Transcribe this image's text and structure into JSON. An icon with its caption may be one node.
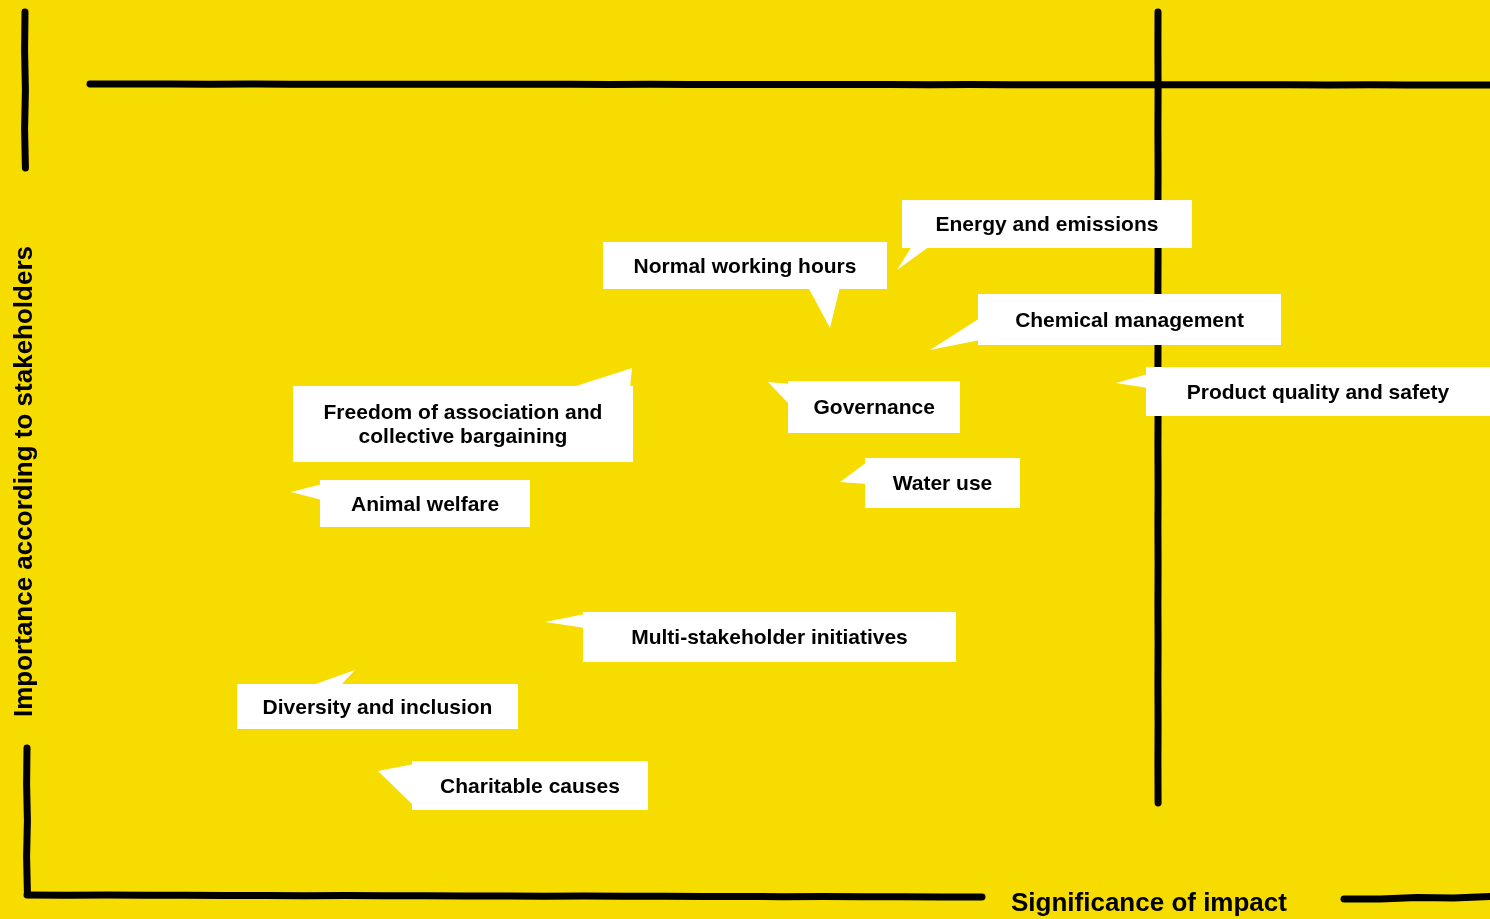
{
  "diagram": {
    "nodes": [
      {
        "text": [
          "Energy and emissions"
        ]
      },
      {
        "text": [
          "Normal working hours"
        ]
      },
      {
        "text": [
          "Chemical management"
        ]
      },
      {
        "text": [
          "Product quality and safety"
        ]
      },
      {
        "text": [
          "Governance"
        ]
      },
      {
        "text": [
          "Freedom of association and collective bargaining"
        ]
      },
      {
        "text": [
          "Water use"
        ]
      },
      {
        "text": [
          "Animal welfare"
        ]
      },
      {
        "text": [
          "Multi-stakeholder initiatives"
        ]
      },
      {
        "text": [
          "Diversity and inclusion"
        ]
      },
      {
        "text": [
          "Charitable causes"
        ]
      }
    ],
    "edges": [],
    "labels": [
      "Importance according to stakeholders",
      "Significance of impact"
    ]
  }
}
